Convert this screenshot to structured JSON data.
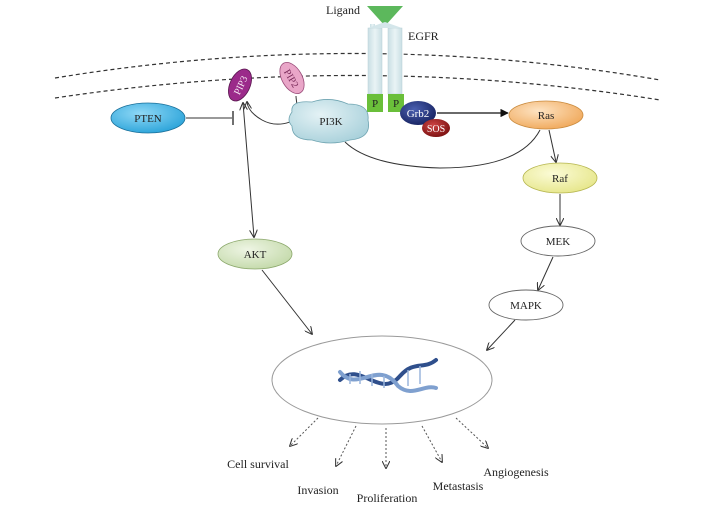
{
  "labels": {
    "ligand": "Ligand",
    "egfr": "EGFR",
    "p_left": "P",
    "p_right": "P",
    "pip3": "PIP3",
    "pip2": "PIP2",
    "pten": "PTEN",
    "pi3k": "PI3K",
    "grb2": "Grb2",
    "sos": "SOS",
    "ras": "Ras",
    "raf": "Raf",
    "mek": "MEK",
    "mapk": "MAPK",
    "akt": "AKT"
  },
  "outcomes": [
    "Cell survival",
    "Invasion",
    "Proliferation",
    "Metastasis",
    "Angiogenesis"
  ],
  "colors": {
    "ligand": "#5cb85c",
    "receptor": "#d4e6ea",
    "phospho": "#6abf3a",
    "pip3": "#9b2a8a",
    "pip2": "#e9a6c8",
    "pten": "#3fb3e6",
    "pi3k": "#b9dde6",
    "grb2": "#1f2e7a",
    "sos": "#9b1b1b",
    "ras": "#f7c58a",
    "raf": "#f2f2a0",
    "akt": "#d9e8c6",
    "dna": "#3a5fa0"
  }
}
